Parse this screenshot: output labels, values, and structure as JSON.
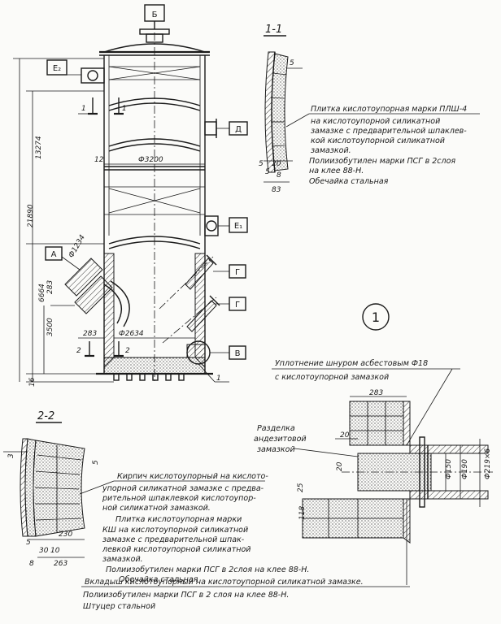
{
  "column": {
    "top_label": "Б",
    "nozzles": [
      "Е₂",
      "Д",
      "Е₁",
      "Г",
      "Г",
      "В",
      "А"
    ],
    "dims": {
      "total_height": "21890",
      "upper_height": "13274",
      "lower_height": "6664",
      "bottom_height": "3500",
      "base_height": "16",
      "upper_diameter": "Ф3200",
      "lower_diameter": "Ф2634",
      "nozzle_a_diameter": "Ф1234",
      "offset_283_a": "283",
      "offset_283_b": "283",
      "shell_12": "12",
      "bottom_1": "1"
    },
    "sections": {
      "s1_left": "1",
      "s1_right": "1",
      "s2_left": "2",
      "s2_right": "2"
    }
  },
  "section_1_1": {
    "title": "1-1",
    "dims": [
      "5",
      "20",
      "5",
      "8",
      "83",
      "5"
    ],
    "notes": [
      "Плитка кислотоупорная марки ПЛШ-4",
      "на кислотоупорной силикатной",
      "замазке с предварительной шпаклев-",
      "кой кислотоупорной силикатной",
      "замазкой.",
      "Полиизобутилен марки ПСГ в 2слоя",
      "на клее 88-Н.",
      "Обечайка стальная"
    ]
  },
  "section_2_2": {
    "title": "2-2",
    "dims": [
      "3",
      "5",
      "5",
      "230",
      "30",
      "10",
      "8",
      "263"
    ],
    "notes": [
      "Кирпич кислотоупорный на кислото-",
      "упорной силикатной замазке с предва-",
      "рительной шпаклевкой кислотоупор-",
      "ной силикатной замазкой.",
      "Плитка кислотоупорная марки",
      "КШ на кислотоупорной силикатной",
      "замазке с предварительной шпак-",
      "левкой кислотоупорной силикатной",
      "замазкой.",
      "Полиизобутилен марки ПСГ в 2слоя на клее 88-Н.",
      "Обечайка стальная"
    ]
  },
  "detail_1": {
    "callout": "1",
    "seal_note": [
      "Уплотнение шнуром асбестовым Ф18",
      "с кислотоупорной замазкой"
    ],
    "groove_note": [
      "Разделка",
      "андезитовой",
      "замазкой"
    ],
    "dims": [
      "283",
      "20",
      "20",
      "25",
      "118",
      "Ф150",
      "Ф190",
      "Ф219×6"
    ],
    "bottom_notes": [
      "Вкладыш кислотоупорный на кислотоупорной силикатной замазке.",
      "Полиизобутилен марки ПСГ в 2 слоя на клее 88-Н.",
      "Штуцер стальной"
    ]
  }
}
